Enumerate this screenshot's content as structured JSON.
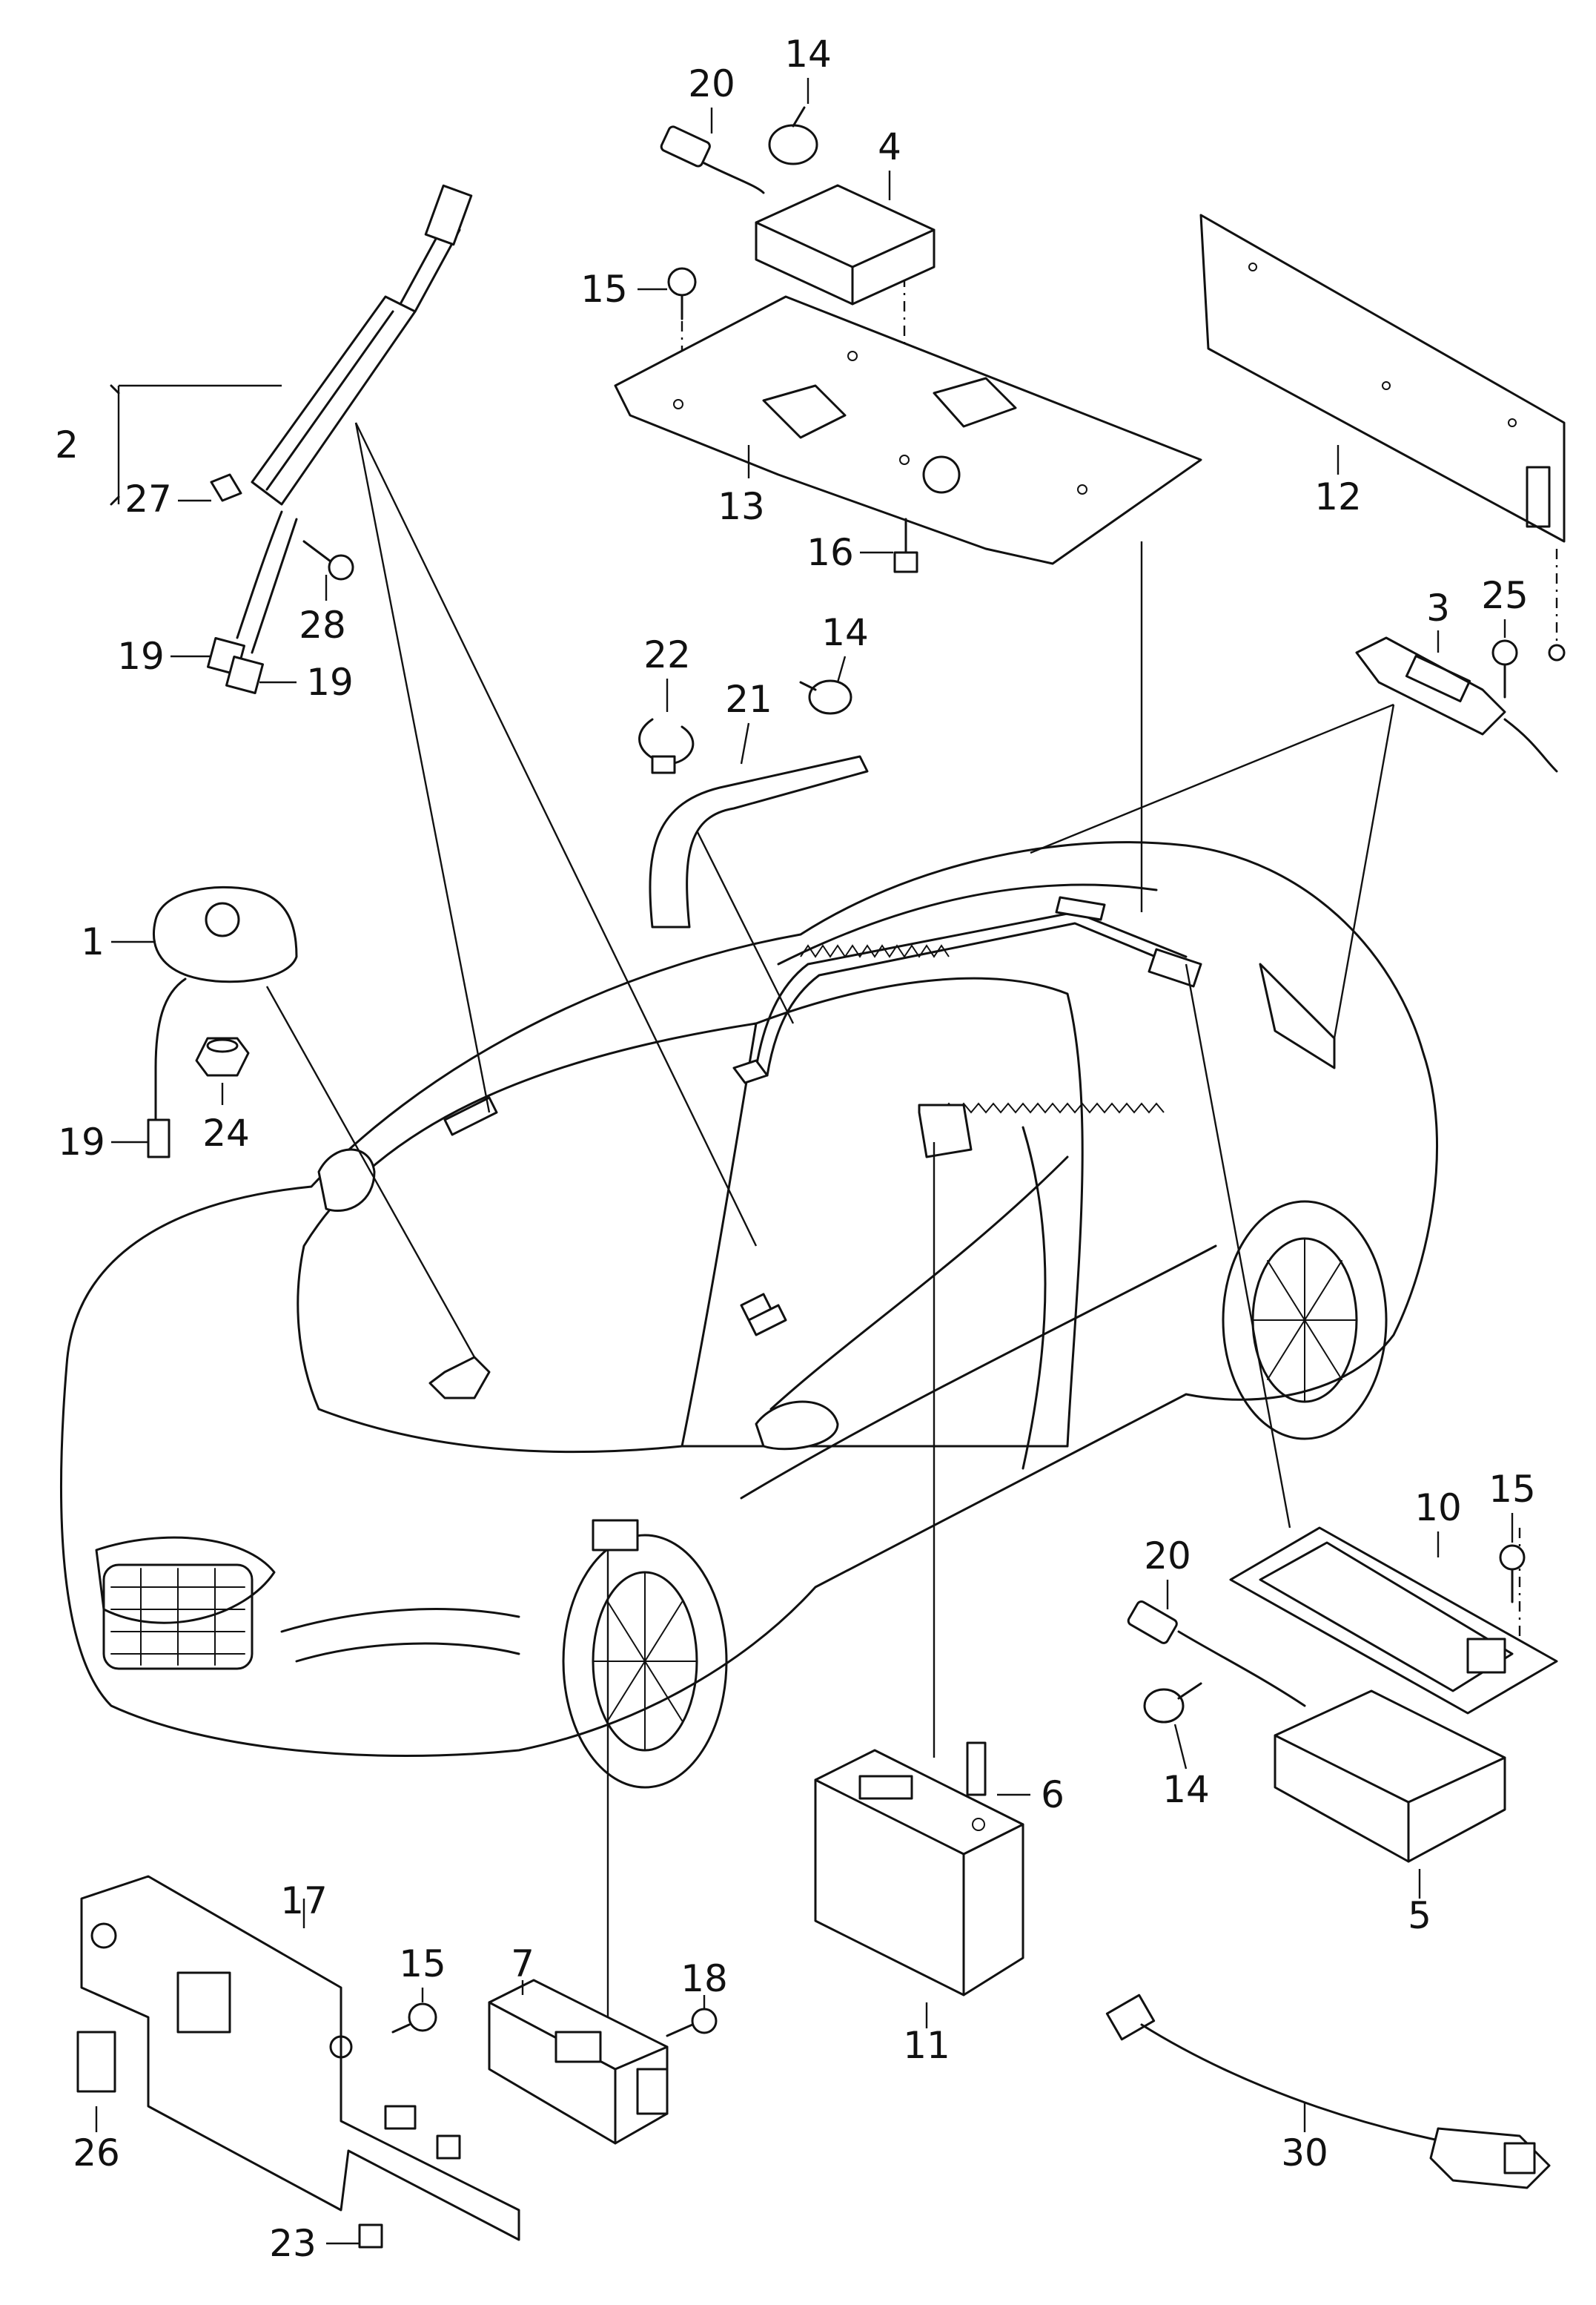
{
  "diagram": {
    "callouts": [
      {
        "id": "c1",
        "text": "1"
      },
      {
        "id": "c2",
        "text": "2"
      },
      {
        "id": "c3",
        "text": "3"
      },
      {
        "id": "c4",
        "text": "4"
      },
      {
        "id": "c5",
        "text": "5"
      },
      {
        "id": "c6",
        "text": "6"
      },
      {
        "id": "c7",
        "text": "7"
      },
      {
        "id": "c10",
        "text": "10"
      },
      {
        "id": "c11",
        "text": "11"
      },
      {
        "id": "c12",
        "text": "12"
      },
      {
        "id": "c13",
        "text": "13"
      },
      {
        "id": "c14a",
        "text": "14"
      },
      {
        "id": "c14b",
        "text": "14"
      },
      {
        "id": "c14c",
        "text": "14"
      },
      {
        "id": "c15a",
        "text": "15"
      },
      {
        "id": "c15b",
        "text": "15"
      },
      {
        "id": "c15c",
        "text": "15"
      },
      {
        "id": "c16",
        "text": "16"
      },
      {
        "id": "c17",
        "text": "17"
      },
      {
        "id": "c18",
        "text": "18"
      },
      {
        "id": "c19a",
        "text": "19"
      },
      {
        "id": "c19b",
        "text": "19"
      },
      {
        "id": "c19c",
        "text": "19"
      },
      {
        "id": "c20a",
        "text": "20"
      },
      {
        "id": "c20b",
        "text": "20"
      },
      {
        "id": "c21",
        "text": "21"
      },
      {
        "id": "c22",
        "text": "22"
      },
      {
        "id": "c23",
        "text": "23"
      },
      {
        "id": "c24",
        "text": "24"
      },
      {
        "id": "c25",
        "text": "25"
      },
      {
        "id": "c26",
        "text": "26"
      },
      {
        "id": "c27",
        "text": "27"
      },
      {
        "id": "c28",
        "text": "28"
      },
      {
        "id": "c30",
        "text": "30"
      }
    ]
  }
}
